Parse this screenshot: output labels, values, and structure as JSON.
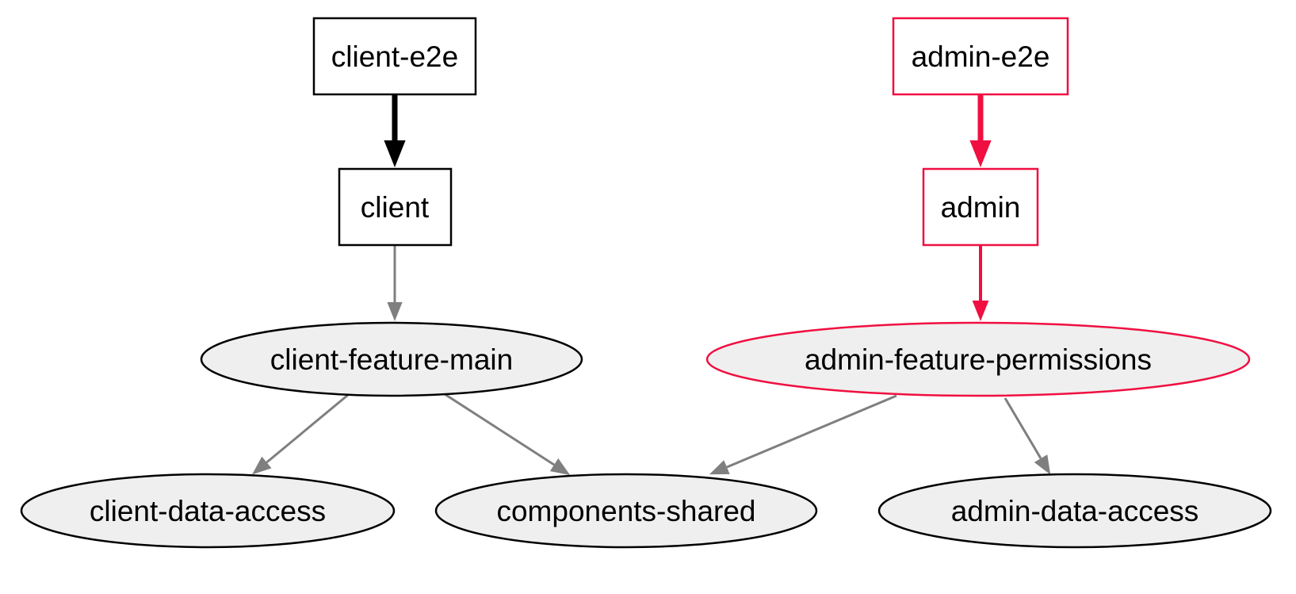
{
  "diagram": {
    "type": "dependency-graph",
    "direction": "top-down",
    "colors": {
      "highlight": "#F00F41",
      "edge_gray": "#7F7F7F",
      "edge_black": "#000000",
      "ellipse_fill": "#EFEFEF",
      "rect_fill": "#FFFFFF",
      "text": "#000000",
      "background": "#FFFFFF"
    },
    "nodes": [
      {
        "id": "client-e2e",
        "label": "client-e2e",
        "shape": "rect",
        "highlighted": false
      },
      {
        "id": "client",
        "label": "client",
        "shape": "rect",
        "highlighted": false
      },
      {
        "id": "client-feature-main",
        "label": "client-feature-main",
        "shape": "ellipse",
        "highlighted": false
      },
      {
        "id": "client-data-access",
        "label": "client-data-access",
        "shape": "ellipse",
        "highlighted": false
      },
      {
        "id": "components-shared",
        "label": "components-shared",
        "shape": "ellipse",
        "highlighted": false
      },
      {
        "id": "admin-e2e",
        "label": "admin-e2e",
        "shape": "rect",
        "highlighted": true
      },
      {
        "id": "admin",
        "label": "admin",
        "shape": "rect",
        "highlighted": true
      },
      {
        "id": "admin-feature-permissions",
        "label": "admin-feature-permissions",
        "shape": "ellipse",
        "highlighted": true
      },
      {
        "id": "admin-data-access",
        "label": "admin-data-access",
        "shape": "ellipse",
        "highlighted": false
      }
    ],
    "edges": [
      {
        "from": "client-e2e",
        "to": "client",
        "color": "black",
        "weight": "bold"
      },
      {
        "from": "client",
        "to": "client-feature-main",
        "color": "gray",
        "weight": "normal"
      },
      {
        "from": "client-feature-main",
        "to": "client-data-access",
        "color": "gray",
        "weight": "normal"
      },
      {
        "from": "client-feature-main",
        "to": "components-shared",
        "color": "gray",
        "weight": "normal"
      },
      {
        "from": "admin-e2e",
        "to": "admin",
        "color": "red",
        "weight": "bold"
      },
      {
        "from": "admin",
        "to": "admin-feature-permissions",
        "color": "red",
        "weight": "normal"
      },
      {
        "from": "admin-feature-permissions",
        "to": "components-shared",
        "color": "gray",
        "weight": "normal"
      },
      {
        "from": "admin-feature-permissions",
        "to": "admin-data-access",
        "color": "gray",
        "weight": "normal"
      }
    ]
  }
}
